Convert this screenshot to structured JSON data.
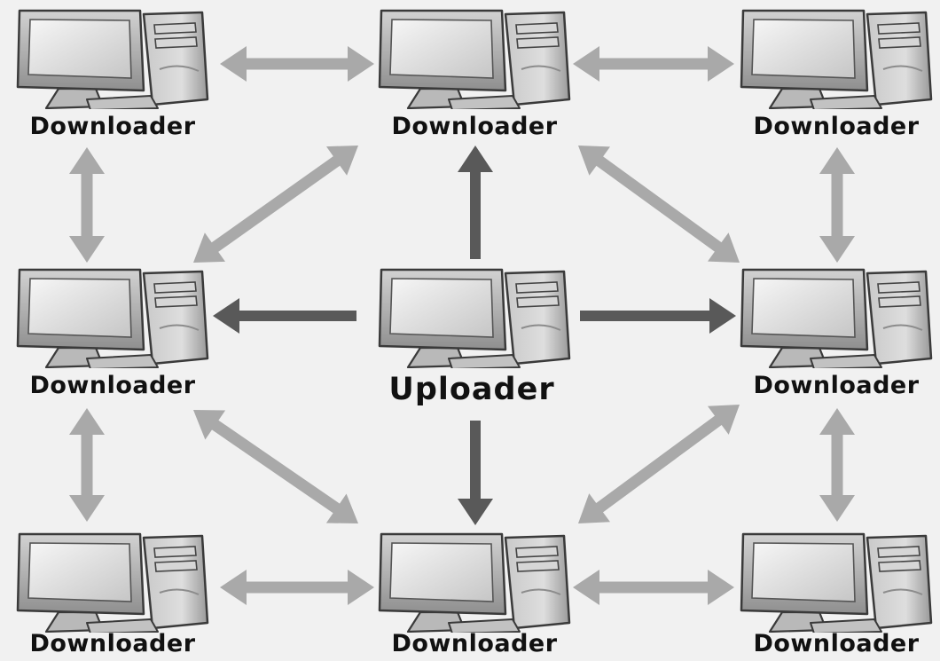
{
  "nodes": [
    {
      "id": "top-left",
      "role": "downloader",
      "label": "Downloader"
    },
    {
      "id": "top-center",
      "role": "downloader",
      "label": "Downloader"
    },
    {
      "id": "top-right",
      "role": "downloader",
      "label": "Downloader"
    },
    {
      "id": "middle-left",
      "role": "downloader",
      "label": "Downloader"
    },
    {
      "id": "center",
      "role": "uploader",
      "label": "Uploader"
    },
    {
      "id": "middle-right",
      "role": "downloader",
      "label": "Downloader"
    },
    {
      "id": "bottom-left",
      "role": "downloader",
      "label": "Downloader"
    },
    {
      "id": "bottom-center",
      "role": "downloader",
      "label": "Downloader"
    },
    {
      "id": "bottom-right",
      "role": "downloader",
      "label": "Downloader"
    }
  ],
  "edges": [
    {
      "from": "top-left",
      "to": "top-center",
      "kind": "peer",
      "bidirectional": true
    },
    {
      "from": "top-center",
      "to": "top-right",
      "kind": "peer",
      "bidirectional": true
    },
    {
      "from": "bottom-left",
      "to": "bottom-center",
      "kind": "peer",
      "bidirectional": true
    },
    {
      "from": "bottom-center",
      "to": "bottom-right",
      "kind": "peer",
      "bidirectional": true
    },
    {
      "from": "top-left",
      "to": "middle-left",
      "kind": "peer",
      "bidirectional": true
    },
    {
      "from": "middle-left",
      "to": "bottom-left",
      "kind": "peer",
      "bidirectional": true
    },
    {
      "from": "top-right",
      "to": "middle-right",
      "kind": "peer",
      "bidirectional": true
    },
    {
      "from": "middle-right",
      "to": "bottom-right",
      "kind": "peer",
      "bidirectional": true
    },
    {
      "from": "middle-left",
      "to": "top-center",
      "kind": "peer",
      "bidirectional": true
    },
    {
      "from": "top-center",
      "to": "middle-right",
      "kind": "peer",
      "bidirectional": true
    },
    {
      "from": "middle-left",
      "to": "bottom-center",
      "kind": "peer",
      "bidirectional": true
    },
    {
      "from": "bottom-center",
      "to": "middle-right",
      "kind": "peer",
      "bidirectional": true
    },
    {
      "from": "center",
      "to": "top-center",
      "kind": "upload",
      "bidirectional": false
    },
    {
      "from": "center",
      "to": "bottom-center",
      "kind": "upload",
      "bidirectional": false
    },
    {
      "from": "center",
      "to": "middle-left",
      "kind": "upload",
      "bidirectional": false
    },
    {
      "from": "center",
      "to": "middle-right",
      "kind": "upload",
      "bidirectional": false
    }
  ],
  "colors": {
    "background": "#f1f1f1",
    "peer_arrow": "#a9a9a9",
    "upload_arrow": "#595959",
    "label": "#111111"
  }
}
